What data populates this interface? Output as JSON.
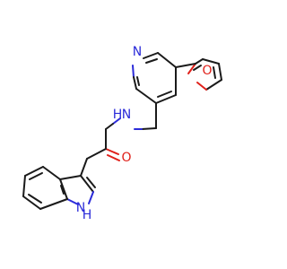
{
  "molecule": {
    "atoms": {
      "pyridine_n": "N",
      "amide_nh": "N",
      "amide_h": "H",
      "carbonyl_o": "O",
      "furan_o": "O",
      "indole_nh": "H",
      "indole_n": "N"
    },
    "colors": {
      "bond": "#1a1a1a",
      "nitrogen": "#2b2bd9",
      "oxygen": "#e0201a"
    }
  }
}
